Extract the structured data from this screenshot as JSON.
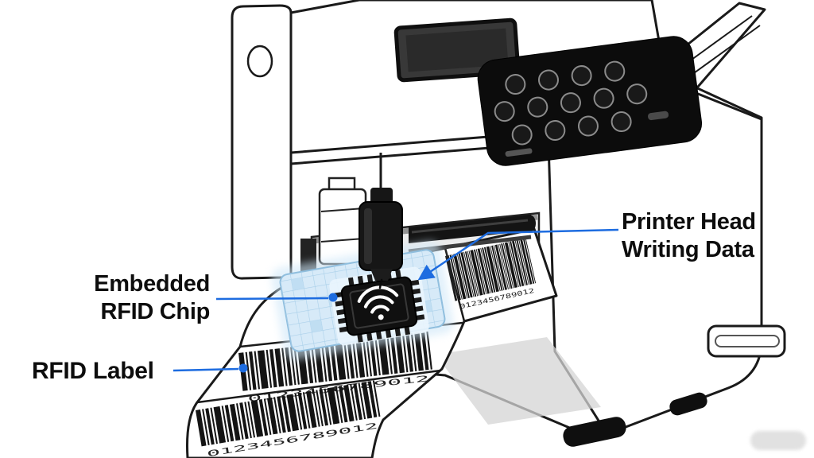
{
  "figure": {
    "type": "annotated-illustration",
    "subject": "RFID label printer writing data to an embedded RFID chip",
    "background_color": "#ffffff",
    "accent_color": "#1d6ce0",
    "ink_color": "#1a1a1a",
    "rfid_label_highlight_color": "#d7eaf8",
    "callouts": {
      "printer_head": {
        "line1": "Printer Head",
        "line2": "Writing Data"
      },
      "embedded_chip": {
        "line1": "Embedded",
        "line2": "RFID Chip"
      },
      "rfid_label": {
        "line1": "RFID Label"
      }
    },
    "illustration": {
      "icons": [
        "printer",
        "control-panel-buttons",
        "display-screen",
        "paper-tray",
        "print-head",
        "platen-roller",
        "label-strip",
        "barcode",
        "rfid-chip",
        "wifi-icon"
      ],
      "barcode_digits": "0123456789012"
    }
  }
}
